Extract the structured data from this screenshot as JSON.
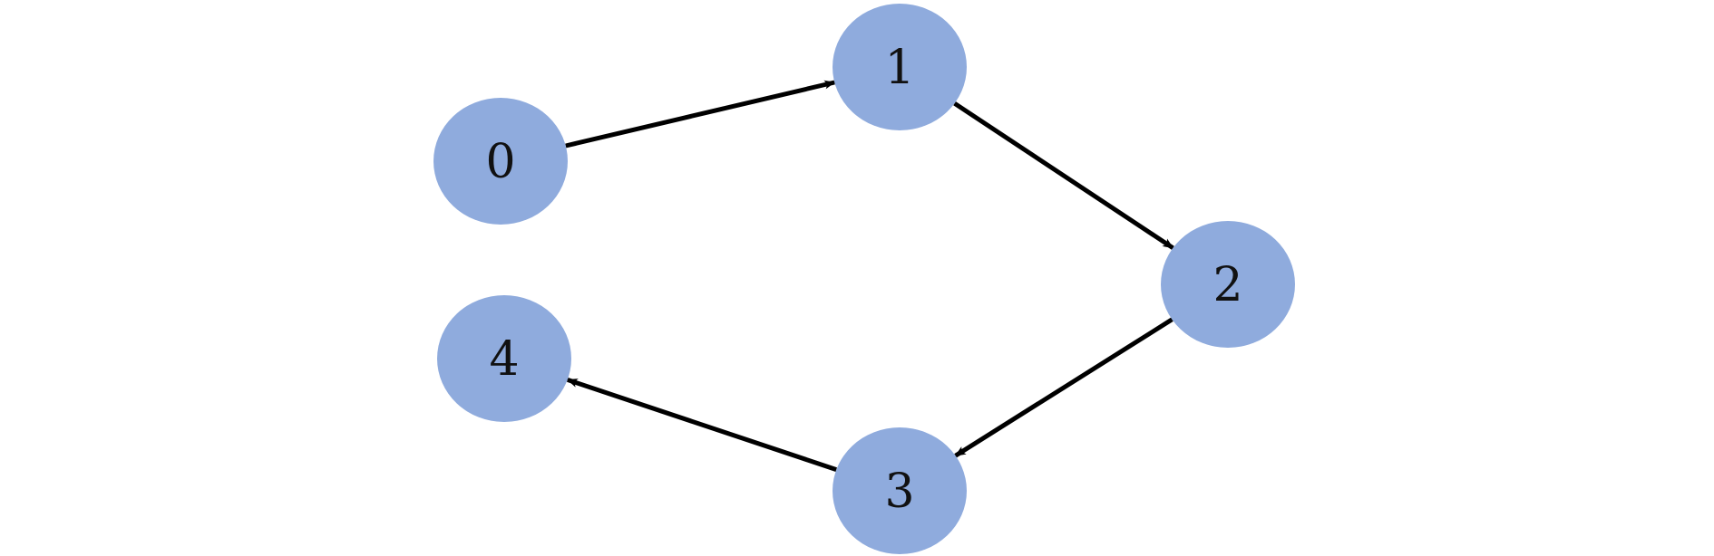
{
  "diagram": {
    "type": "directed-graph",
    "node_fill": "#8fabdd",
    "edge_color": "#000000",
    "nodes": [
      {
        "id": "0",
        "label": "0"
      },
      {
        "id": "1",
        "label": "1"
      },
      {
        "id": "2",
        "label": "2"
      },
      {
        "id": "3",
        "label": "3"
      },
      {
        "id": "4",
        "label": "4"
      }
    ],
    "edges": [
      {
        "from": "0",
        "to": "1"
      },
      {
        "from": "1",
        "to": "2"
      },
      {
        "from": "2",
        "to": "3"
      },
      {
        "from": "3",
        "to": "4"
      }
    ]
  }
}
